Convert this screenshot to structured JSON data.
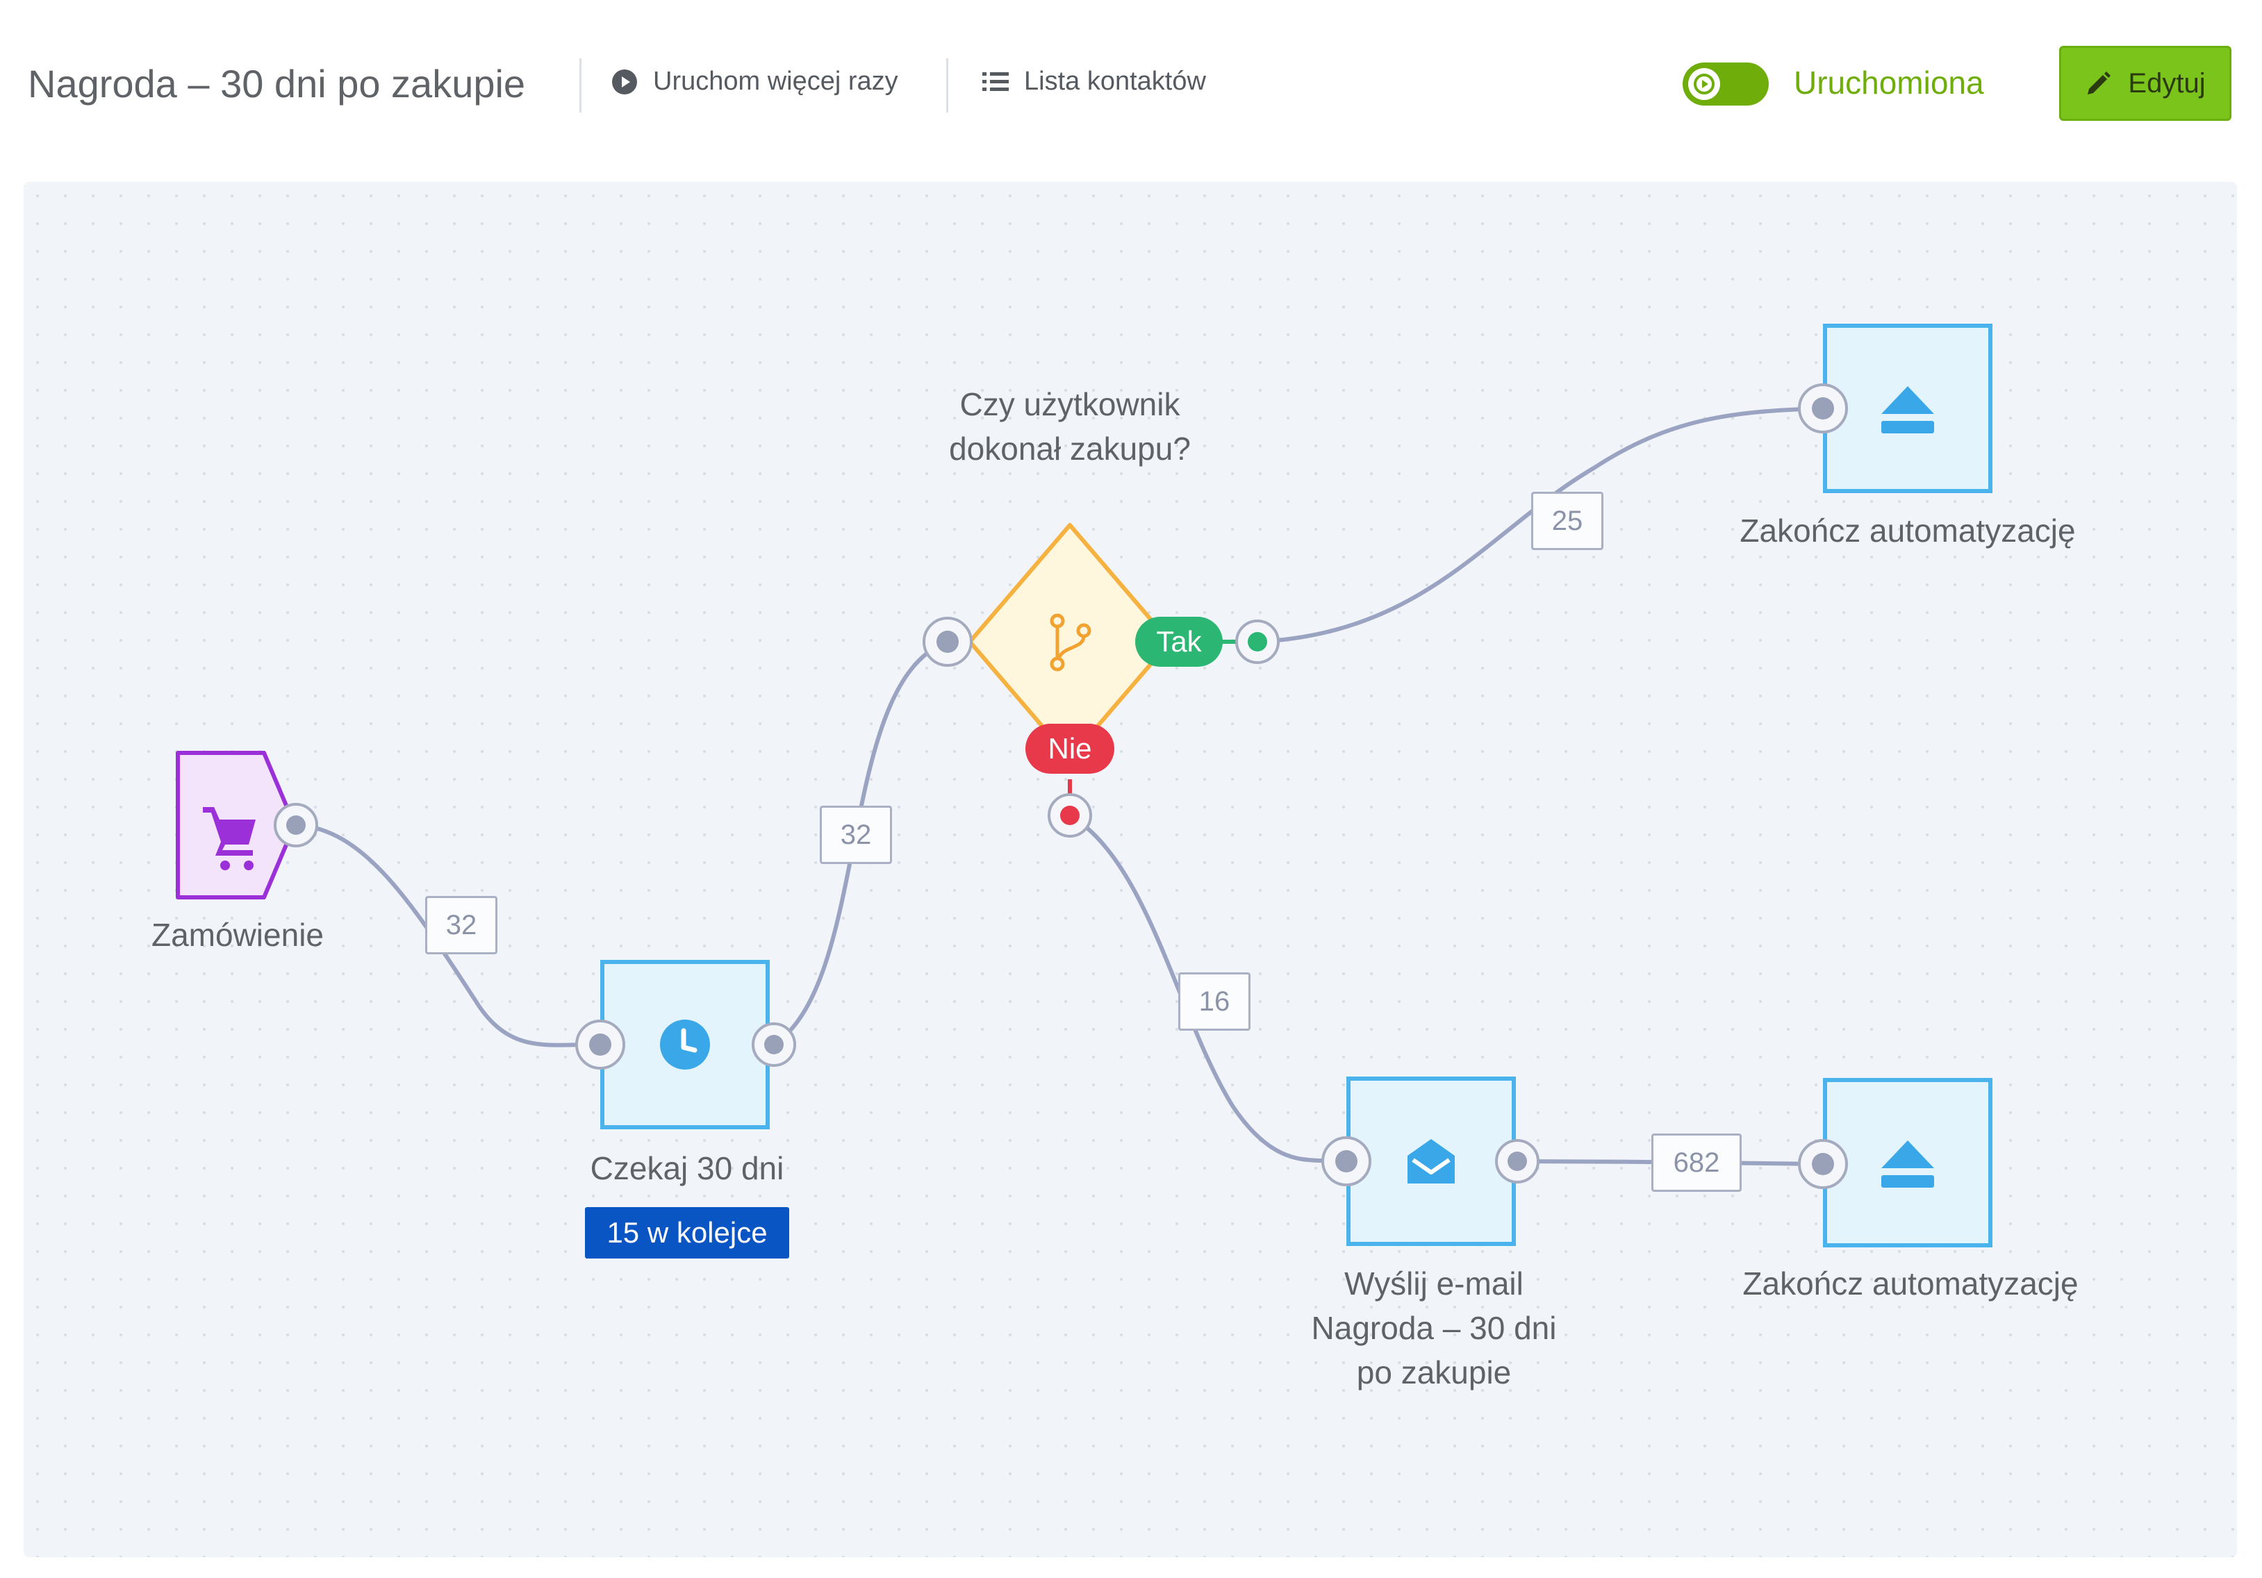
{
  "header": {
    "title": "Nagroda – 30 dni po zakupie",
    "run_more_label": "Uruchom więcej razy",
    "contacts_label": "Lista kontaktów",
    "status_label": "Uruchomiona",
    "edit_label": "Edytuj",
    "toggle_on": true
  },
  "flow": {
    "trigger": {
      "label": "Zamówienie"
    },
    "wait": {
      "label": "Czekaj 30 dni",
      "queue_badge": "15 w kolejce"
    },
    "condition": {
      "question_line1": "Czy użytkownik",
      "question_line2": "dokonał zakupu?",
      "yes_label": "Tak",
      "no_label": "Nie"
    },
    "end_top": {
      "label": "Zakończ automatyzację"
    },
    "email": {
      "line1": "Wyślij e-mail",
      "line2": "Nagroda – 30 dni",
      "line3": "po zakupie"
    },
    "end_bottom": {
      "label": "Zakończ automatyzację"
    },
    "counts": {
      "trigger_to_wait": "32",
      "wait_to_condition": "32",
      "yes_to_end": "25",
      "no_to_email": "16",
      "email_to_end": "682"
    }
  },
  "colors": {
    "accent_green": "#6fae0a",
    "edit_button": "#7ac41b",
    "node_blue": "#4ab3ec",
    "trigger_purple": "#9b30d9",
    "condition_orange": "#f6b13f",
    "yes_green": "#2bb673",
    "no_red": "#e8394a",
    "queue_blue": "#0a55c4"
  },
  "icons": {
    "run_more": "play-circle-icon",
    "contacts": "list-icon",
    "toggle": "play-icon",
    "edit": "pencil-icon",
    "trigger": "cart-icon",
    "wait": "clock-icon",
    "condition": "branch-icon",
    "end": "eject-icon",
    "email": "envelope-icon"
  }
}
